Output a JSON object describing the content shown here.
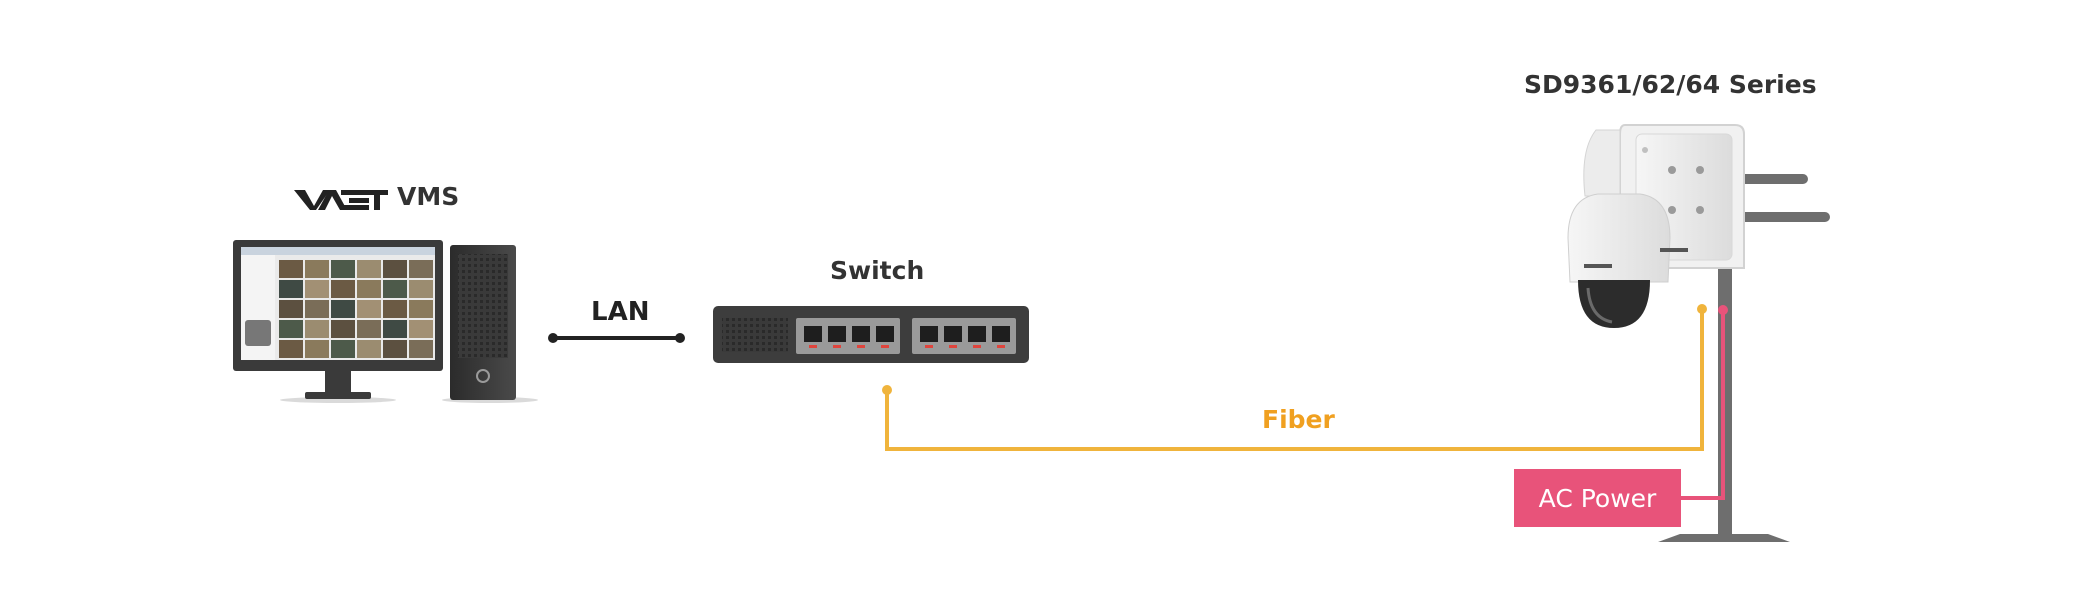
{
  "vms": {
    "logo_text": "VAST",
    "label": "VMS"
  },
  "lan": {
    "label": "LAN"
  },
  "switch": {
    "label": "Switch"
  },
  "camera": {
    "label": "SD9361/62/64 Series"
  },
  "fiber": {
    "label": "Fiber"
  },
  "power": {
    "label": "AC Power"
  },
  "colors": {
    "fiber": "#f0b43c",
    "fiber_text": "#f0a020",
    "power": "#e8537a",
    "dark": "#3d3d3d",
    "pole": "#6e6e6e"
  },
  "icons": [
    "vast-logo-icon",
    "monitor-icon",
    "pc-tower-icon",
    "network-switch-icon",
    "ptz-camera-icon",
    "pole-mount-icon"
  ]
}
